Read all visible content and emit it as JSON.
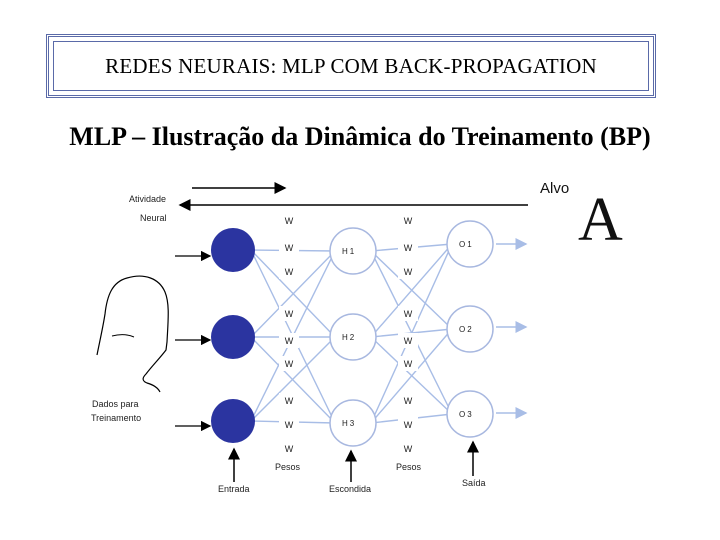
{
  "title": "REDES NEURAIS: MLP COM BACK-PROPAGATION",
  "subtitle": "MLP – Ilustração da Dinâmica do Treinamento (BP)",
  "labels": {
    "atividade": "Atividade",
    "neural": "Neural",
    "alvo": "Alvo",
    "alvo_big": "A",
    "dados": "Dados para",
    "treinamento": "Treinamento",
    "pesos": "Pesos",
    "entrada": "Entrada",
    "escondida": "Escondida",
    "saida": "Saída"
  },
  "weight_label": "W",
  "hidden_nodes": [
    "H1",
    "H2",
    "H3"
  ],
  "output_nodes": [
    "O1",
    "O2",
    "O3"
  ],
  "colors": {
    "input_node": "#2b34a0",
    "node_fill": "#ffffff",
    "node_stroke": "#a8b8e0",
    "connection": "#a8bde6",
    "title_border": "#5a6aa8"
  }
}
